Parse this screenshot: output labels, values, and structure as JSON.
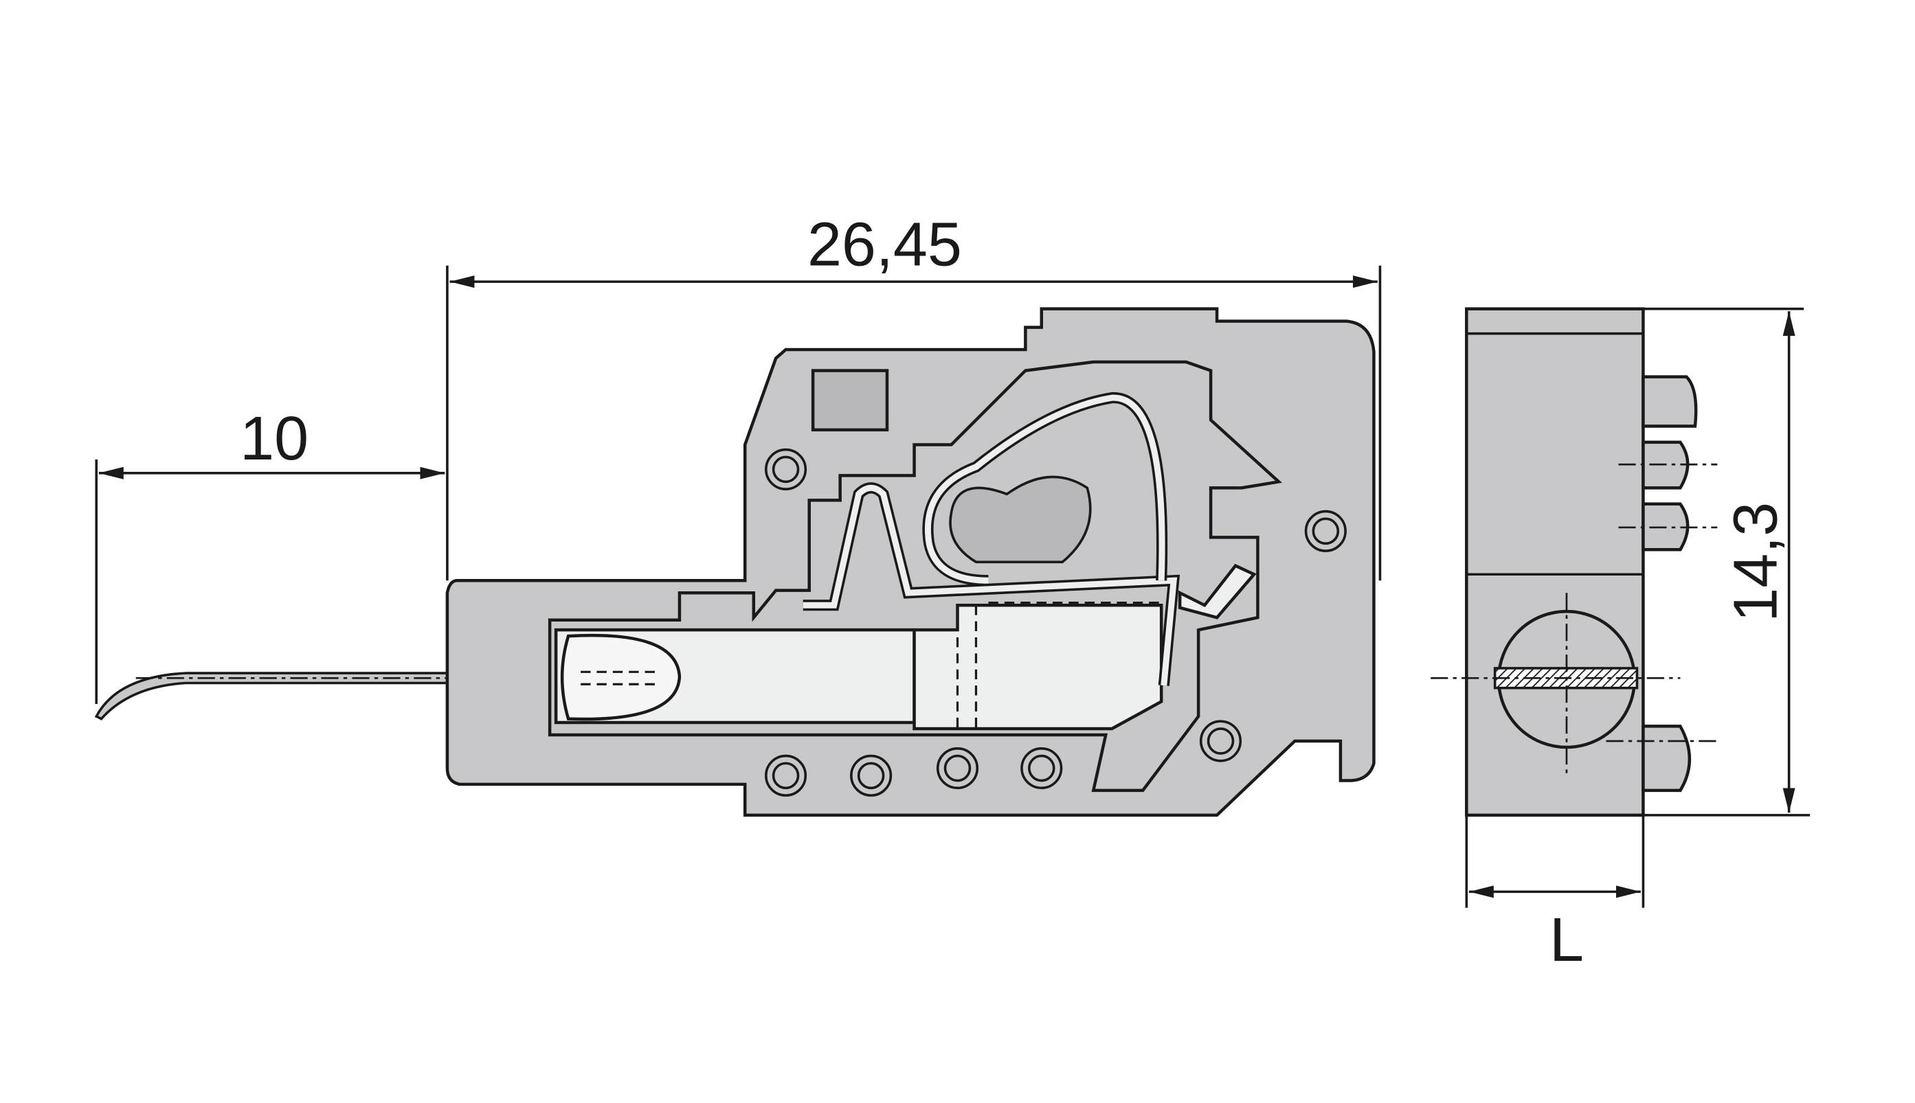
{
  "dimensions": {
    "overall_length": "26,45",
    "strip_length": "10",
    "height": "14,3",
    "width": "L"
  },
  "colors": {
    "body": "#c8c8ca",
    "insert": "#eef0f0",
    "line": "#1a1a1a"
  }
}
